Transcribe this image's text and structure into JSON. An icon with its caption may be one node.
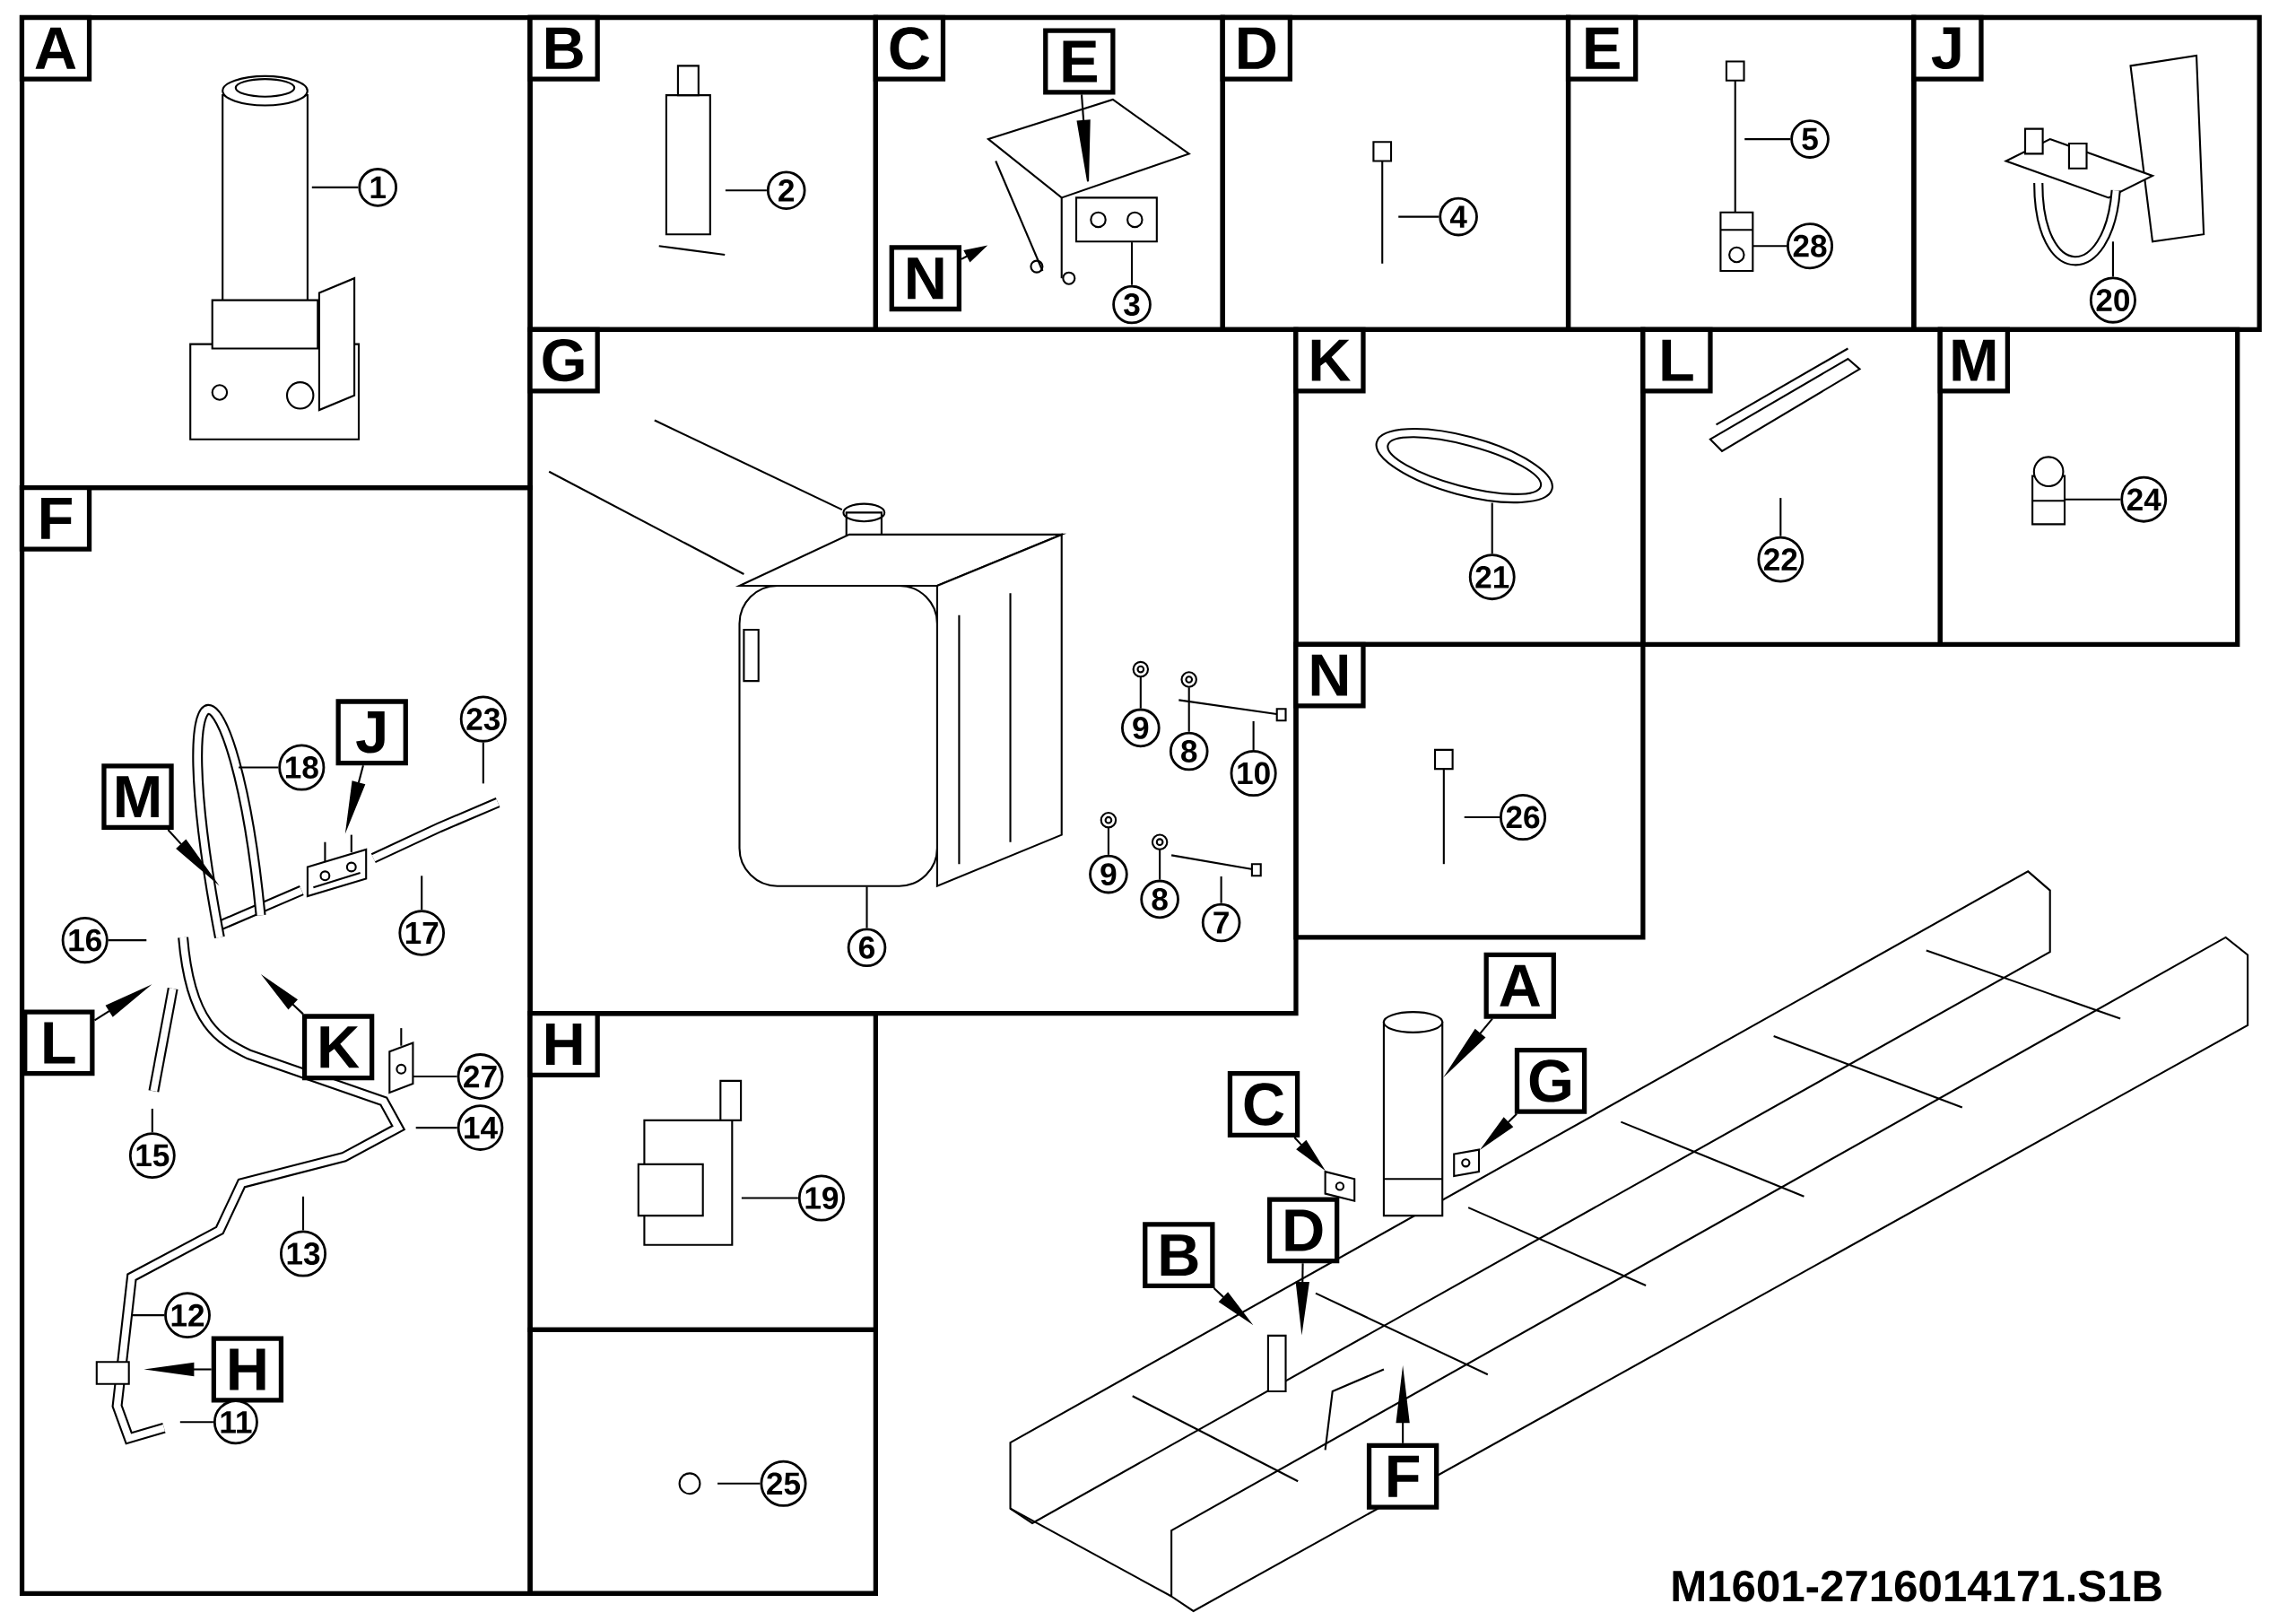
{
  "diagram": {
    "nodes": [
      {
        "text": [],
        "shape": "box"
      },
      {
        "text": [],
        "shape": "box"
      },
      {
        "text": [],
        "shape": "box"
      },
      {
        "text": [],
        "shape": "box"
      },
      {
        "text": [],
        "shape": "box"
      },
      {
        "text": [],
        "shape": "box"
      },
      {
        "text": [],
        "shape": "box"
      },
      {
        "text": [],
        "shape": "box"
      },
      {
        "text": [],
        "shape": "box"
      },
      {
        "text": [],
        "shape": "box"
      },
      {
        "text": [],
        "shape": "box"
      },
      {
        "text": [],
        "shape": "box"
      },
      {
        "text": [],
        "shape": "box"
      },
      {
        "text": [],
        "shape": "box"
      },
      {
        "text": [
          "1"
        ],
        "in": 0
      },
      {
        "text": [
          "2"
        ],
        "in": 1
      },
      {
        "text": [
          "E"
        ],
        "in": 2
      },
      {
        "text": [
          "N"
        ],
        "in": 2
      },
      {
        "text": [
          "3"
        ],
        "in": 2
      },
      {
        "text": [
          "4"
        ],
        "in": 3
      },
      {
        "text": [
          "5"
        ],
        "in": 4
      },
      {
        "text": [
          "28"
        ],
        "in": 4
      },
      {
        "text": [
          "20"
        ],
        "in": 5
      },
      {
        "text": [
          "6"
        ],
        "in": 6
      },
      {
        "text": [
          "9"
        ],
        "in": 6
      },
      {
        "text": [
          "8"
        ],
        "in": 6
      },
      {
        "text": [
          "10"
        ],
        "in": 6
      },
      {
        "text": [
          "9"
        ],
        "in": 6
      },
      {
        "text": [
          "8"
        ],
        "in": 6
      },
      {
        "text": [
          "7"
        ],
        "in": 6
      },
      {
        "text": [
          "21"
        ],
        "in": 7
      },
      {
        "text": [
          "22"
        ],
        "in": 8
      },
      {
        "text": [
          "24"
        ],
        "in": 9
      },
      {
        "text": [
          "26"
        ],
        "in": 10
      },
      {
        "text": [
          "M"
        ],
        "in": 11
      },
      {
        "text": [
          "J"
        ],
        "in": 11
      },
      {
        "text": [
          "23"
        ],
        "in": 11
      },
      {
        "text": [
          "18"
        ],
        "in": 11
      },
      {
        "text": [
          "17"
        ],
        "in": 11
      },
      {
        "text": [
          "16"
        ],
        "in": 11
      },
      {
        "text": [
          "L"
        ],
        "in": 11
      },
      {
        "text": [
          "K"
        ],
        "in": 11
      },
      {
        "text": [
          "27"
        ],
        "in": 11
      },
      {
        "text": [
          "15"
        ],
        "in": 11
      },
      {
        "text": [
          "14"
        ],
        "in": 11
      },
      {
        "text": [
          "13"
        ],
        "in": 11
      },
      {
        "text": [
          "12"
        ],
        "in": 11
      },
      {
        "text": [
          "H"
        ],
        "in": 11
      },
      {
        "text": [
          "11"
        ],
        "in": 11
      },
      {
        "text": [
          "19"
        ],
        "in": 12
      },
      {
        "text": [
          "25"
        ],
        "in": 13
      },
      {
        "text": [
          "A"
        ]
      },
      {
        "text": [
          "G"
        ]
      },
      {
        "text": [
          "C"
        ]
      },
      {
        "text": [
          "D"
        ]
      },
      {
        "text": [
          "B"
        ]
      },
      {
        "text": [
          "F"
        ]
      },
      {
        "text": [],
        "shape": "picture",
        "in": 4
      },
      {
        "text": [],
        "shape": "picture",
        "in": 4
      },
      {
        "text": [],
        "shape": "picture",
        "in": 6
      },
      {
        "text": [],
        "shape": "picture",
        "in": 7
      },
      {
        "text": [],
        "shape": "picture",
        "in": 9
      },
      {
        "text": [],
        "shape": "picture",
        "in": 12
      },
      {
        "text": [
          "A"
        ],
        "in": 0
      },
      {
        "text": [
          "B"
        ],
        "in": 1
      },
      {
        "text": [
          "C"
        ],
        "in": 2
      },
      {
        "text": [
          "D"
        ],
        "in": 3
      },
      {
        "text": [
          "E"
        ],
        "in": 4
      },
      {
        "text": [
          "J"
        ],
        "in": 5
      },
      {
        "text": [
          "G"
        ],
        "in": 6
      },
      {
        "text": [
          "K"
        ],
        "in": 7
      },
      {
        "text": [
          "L"
        ],
        "in": 8
      },
      {
        "text": [
          "M"
        ],
        "in": 9
      },
      {
        "text": [
          "N"
        ],
        "in": 10
      },
      {
        "text": [
          "F"
        ],
        "in": 11
      },
      {
        "text": [
          "H"
        ],
        "in": 12
      },
      {
        "text": [],
        "shape": "picture",
        "in": 1
      },
      {
        "text": [],
        "shape": "picture",
        "in": 6
      },
      {
        "text": [],
        "shape": "picture",
        "in": 6
      },
      {
        "text": [],
        "shape": "picture",
        "in": 6
      },
      {
        "text": [],
        "shape": "picture",
        "in": 6
      },
      {
        "text": [],
        "shape": "picture",
        "in": 6
      },
      {
        "text": [],
        "shape": "picture",
        "in": 6
      },
      {
        "text": [],
        "shape": "picture"
      },
      {
        "text": [],
        "shape": "picture"
      },
      {
        "text": [],
        "shape": "picture"
      },
      {
        "text": [],
        "shape": "picture",
        "in": 11
      },
      {
        "text": [],
        "shape": "picture",
        "in": 11
      },
      {
        "text": [],
        "shape": "picture",
        "in": 2
      },
      {
        "text": [],
        "shape": "picture",
        "in": 2
      }
    ],
    "edges": [
      {
        "from": 14,
        "to": null,
        "arrow": "none"
      },
      {
        "from": 15,
        "to": 76,
        "arrow": "none"
      },
      {
        "from": 16,
        "to": 88,
        "arrow": "to"
      },
      {
        "from": 17,
        "to": 88,
        "arrow": "to"
      },
      {
        "from": 18,
        "to": 89,
        "arrow": "none"
      },
      {
        "from": 19,
        "to": null,
        "arrow": "none"
      },
      {
        "from": 20,
        "to": 57,
        "arrow": "none"
      },
      {
        "from": 21,
        "to": 58,
        "arrow": "none"
      },
      {
        "from": 22,
        "to": null,
        "arrow": "none"
      },
      {
        "from": 23,
        "to": 59,
        "arrow": "none"
      },
      {
        "from": 24,
        "to": 77,
        "arrow": "none"
      },
      {
        "from": 25,
        "to": 78,
        "arrow": "none"
      },
      {
        "from": 26,
        "to": 79,
        "arrow": "none"
      },
      {
        "from": 27,
        "to": 80,
        "arrow": "none"
      },
      {
        "from": 28,
        "to": 81,
        "arrow": "none"
      },
      {
        "from": 29,
        "to": 82,
        "arrow": "none"
      },
      {
        "from": 30,
        "to": 60,
        "arrow": "none"
      },
      {
        "from": 31,
        "to": null,
        "arrow": "none"
      },
      {
        "from": 32,
        "to": 61,
        "arrow": "none"
      },
      {
        "from": 33,
        "to": null,
        "arrow": "none"
      },
      {
        "from": 34,
        "to": null,
        "arrow": "to"
      },
      {
        "from": 35,
        "to": 86,
        "arrow": "to"
      },
      {
        "from": 36,
        "to": null,
        "arrow": "none"
      },
      {
        "from": 37,
        "to": null,
        "arrow": "none"
      },
      {
        "from": 38,
        "to": null,
        "arrow": "none"
      },
      {
        "from": 39,
        "to": null,
        "arrow": "none"
      },
      {
        "from": 40,
        "to": null,
        "arrow": "to"
      },
      {
        "from": 41,
        "to": null,
        "arrow": "to"
      },
      {
        "from": 42,
        "to": 87,
        "arrow": "none"
      },
      {
        "from": 43,
        "to": null,
        "arrow": "none"
      },
      {
        "from": 44,
        "to": null,
        "arrow": "none"
      },
      {
        "from": 45,
        "to": null,
        "arrow": "none"
      },
      {
        "from": 46,
        "to": null,
        "arrow": "none"
      },
      {
        "from": 47,
        "to": null,
        "arrow": "to"
      },
      {
        "from": 48,
        "to": null,
        "arrow": "none"
      },
      {
        "from": 49,
        "to": 62,
        "arrow": "none"
      },
      {
        "from": 50,
        "to": null,
        "arrow": "none"
      },
      {
        "from": 51,
        "to": 83,
        "arrow": "to"
      },
      {
        "from": 52,
        "to": 85,
        "arrow": "to"
      },
      {
        "from": 53,
        "to": 84,
        "arrow": "to"
      },
      {
        "from": 54,
        "to": null,
        "arrow": "to"
      },
      {
        "from": 55,
        "to": null,
        "arrow": "to"
      },
      {
        "from": 56,
        "to": null,
        "arrow": "to"
      }
    ],
    "labels": [
      "M1601-2716014171.S1B"
    ]
  }
}
